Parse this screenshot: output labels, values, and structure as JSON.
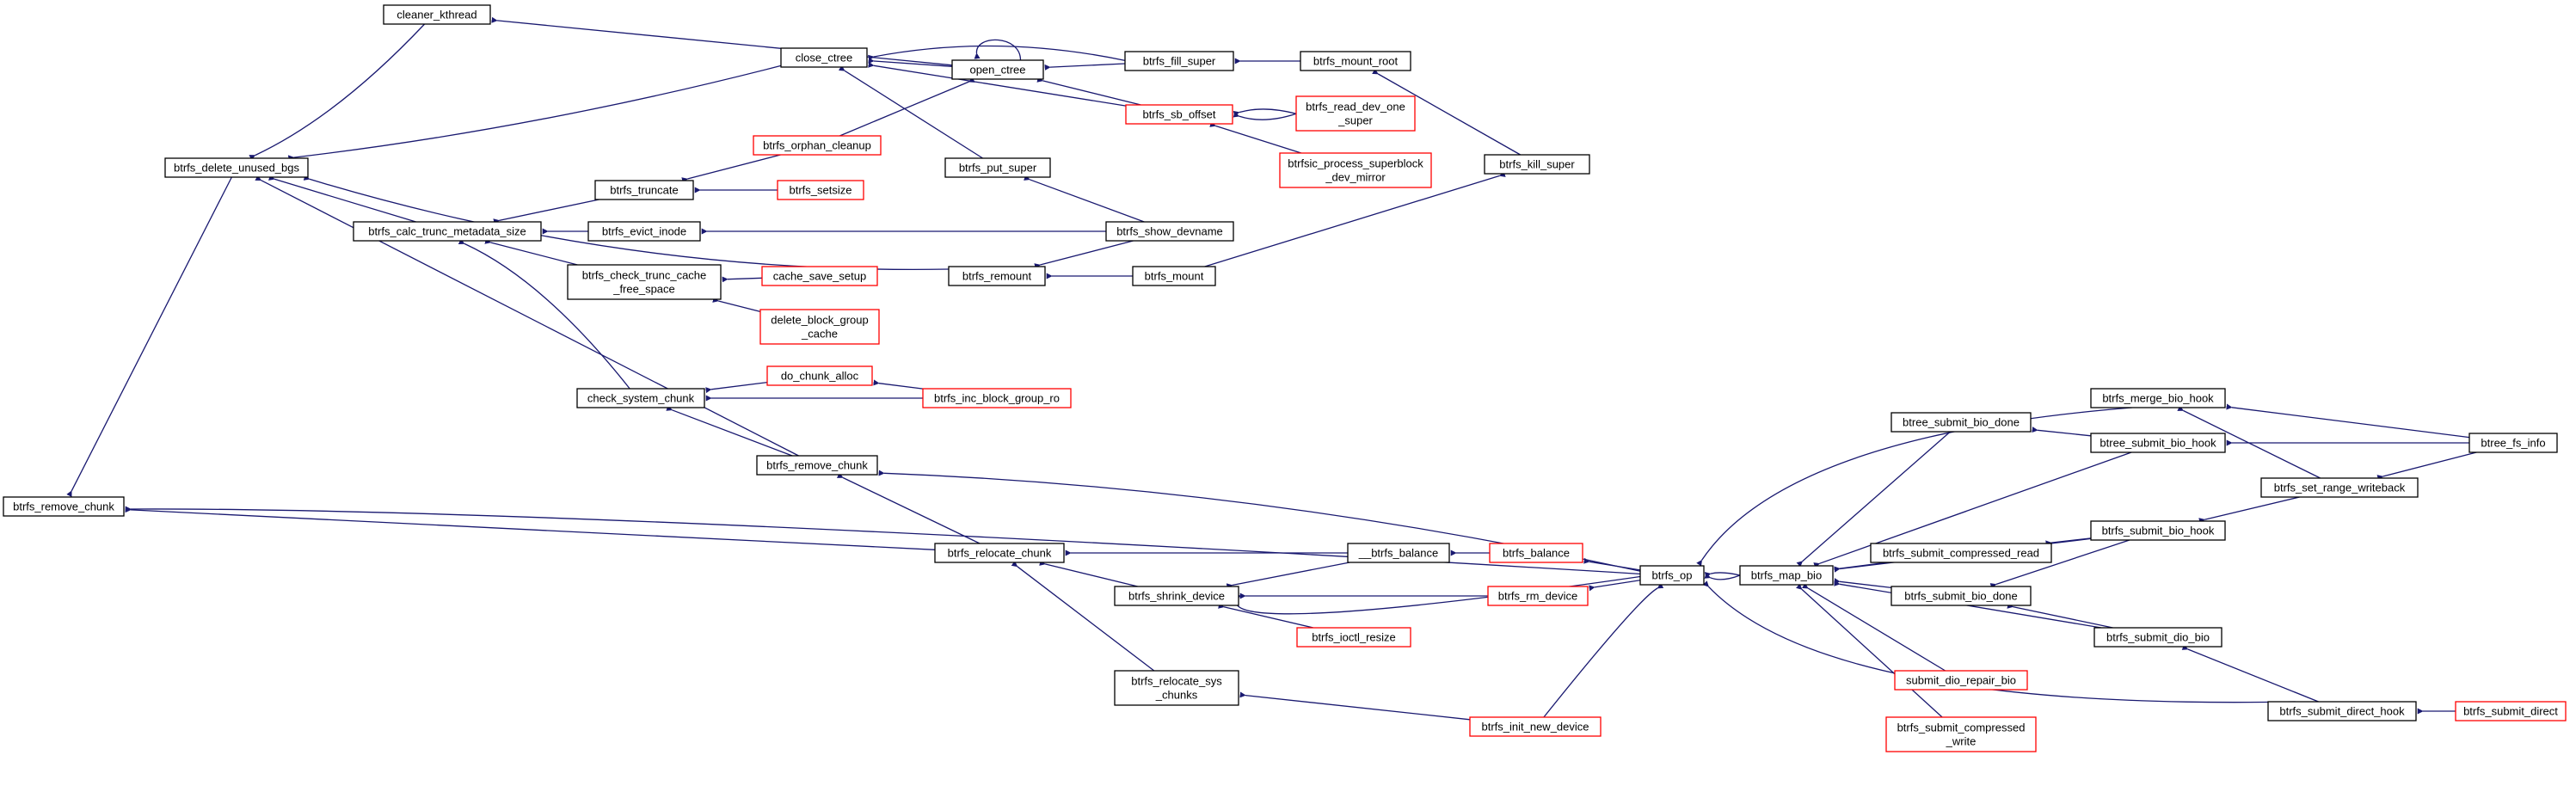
{
  "colors": {
    "edge": "#191970",
    "arrowhead": "#191970",
    "node_border": "#000000",
    "node_border_incomplete": "#ff0000",
    "root_fill": "#bfbfbf",
    "node_fill": "#ffffff"
  },
  "nodes": {
    "btrfs_remove_chunk": {
      "label": "btrfs_remove_chunk"
    },
    "btrfs_delete_unused_bgs": {
      "label": "btrfs_delete_unused_bgs"
    },
    "cleaner_kthread": {
      "label": "cleaner_kthread"
    },
    "close_ctree": {
      "label": "close_ctree"
    },
    "open_ctree": {
      "label": "open_ctree"
    },
    "btrfs_fill_super": {
      "label": "btrfs_fill_super"
    },
    "btrfs_mount_root": {
      "label": "btrfs_mount_root"
    },
    "btrfs_sb_offset": {
      "label": "btrfs_sb_offset"
    },
    "btrfs_read_dev_one_super": {
      "label": "btrfs_read_dev_one\n_super"
    },
    "btrfsic_process_superblock": {
      "label": "btrfsic_process_superblock\n_dev_mirror"
    },
    "btrfs_kill_super": {
      "label": "btrfs_kill_super"
    },
    "btrfs_orphan_cleanup": {
      "label": "btrfs_orphan_cleanup"
    },
    "btrfs_truncate": {
      "label": "btrfs_truncate"
    },
    "btrfs_setsize": {
      "label": "btrfs_setsize"
    },
    "btrfs_put_super": {
      "label": "btrfs_put_super"
    },
    "btrfs_show_devname": {
      "label": "btrfs_show_devname"
    },
    "btrfs_calc_trunc_metadata_size": {
      "label": "btrfs_calc_trunc_metadata_size"
    },
    "btrfs_evict_inode": {
      "label": "btrfs_evict_inode"
    },
    "btrfs_check_trunc_cache": {
      "label": "btrfs_check_trunc_cache\n_free_space"
    },
    "cache_save_setup": {
      "label": "cache_save_setup"
    },
    "delete_block_group_cache": {
      "label": "delete_block_group\n_cache"
    },
    "btrfs_remount": {
      "label": "btrfs_remount"
    },
    "btrfs_mount": {
      "label": "btrfs_mount"
    },
    "check_system_chunk": {
      "label": "check_system_chunk"
    },
    "do_chunk_alloc": {
      "label": "do_chunk_alloc"
    },
    "btrfs_inc_block_group_ro": {
      "label": "btrfs_inc_block_group_ro"
    },
    "btrfs_remove_chunk2": {
      "label": "btrfs_remove_chunk"
    },
    "btrfs_relocate_chunk": {
      "label": "btrfs_relocate_chunk"
    },
    "btrfs_shrink_device": {
      "label": "btrfs_shrink_device"
    },
    "btrfs_relocate_sys_chunks": {
      "label": "btrfs_relocate_sys\n_chunks"
    },
    "__btrfs_balance": {
      "label": "__btrfs_balance"
    },
    "btrfs_balance": {
      "label": "btrfs_balance"
    },
    "btrfs_rm_device": {
      "label": "btrfs_rm_device"
    },
    "btrfs_ioctl_resize": {
      "label": "btrfs_ioctl_resize"
    },
    "btrfs_init_new_device": {
      "label": "btrfs_init_new_device"
    },
    "btrfs_op": {
      "label": "btrfs_op"
    },
    "btrfs_map_bio": {
      "label": "btrfs_map_bio"
    },
    "btree_submit_bio_done": {
      "label": "btree_submit_bio_done"
    },
    "btrfs_merge_bio_hook": {
      "label": "btrfs_merge_bio_hook"
    },
    "btree_submit_bio_hook": {
      "label": "btree_submit_bio_hook"
    },
    "btree_fs_info": {
      "label": "btree_fs_info"
    },
    "btrfs_set_range_writeback": {
      "label": "btrfs_set_range_writeback"
    },
    "btrfs_submit_compressed_read": {
      "label": "btrfs_submit_compressed_read"
    },
    "btrfs_submit_bio_hook": {
      "label": "btrfs_submit_bio_hook"
    },
    "btrfs_submit_bio_done": {
      "label": "btrfs_submit_bio_done"
    },
    "btrfs_submit_dio_bio": {
      "label": "btrfs_submit_dio_bio"
    },
    "submit_dio_repair_bio": {
      "label": "submit_dio_repair_bio"
    },
    "btrfs_submit_compressed_write": {
      "label": "btrfs_submit_compressed\n_write"
    },
    "btrfs_submit_direct_hook": {
      "label": "btrfs_submit_direct_hook"
    },
    "btrfs_submit_direct": {
      "label": "btrfs_submit_direct"
    }
  }
}
